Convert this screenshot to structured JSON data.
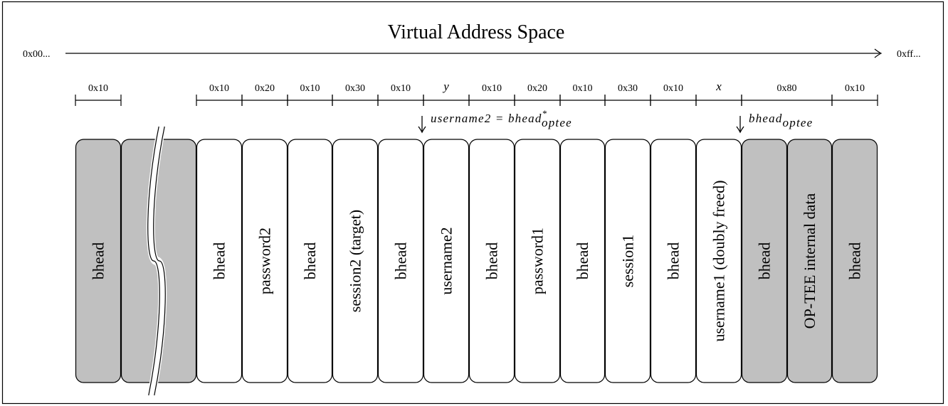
{
  "title": "Virtual Address Space",
  "axis": {
    "start_label": "0x00...",
    "end_label": "0xff..."
  },
  "colors": {
    "shaded": "#c0c0c0",
    "plain": "#ffffff",
    "stroke": "#000000"
  },
  "blocks": [
    {
      "label": "bhead",
      "shaded": true
    },
    {
      "label": "",
      "shaded": true
    },
    {
      "label": "bhead",
      "shaded": false
    },
    {
      "label": "password2",
      "shaded": false
    },
    {
      "label": "bhead",
      "shaded": false
    },
    {
      "label": "session2 (target)",
      "shaded": false
    },
    {
      "label": "bhead",
      "shaded": false
    },
    {
      "label": "username2",
      "shaded": false
    },
    {
      "label": "bhead",
      "shaded": false
    },
    {
      "label": "password1",
      "shaded": false
    },
    {
      "label": "bhead",
      "shaded": false
    },
    {
      "label": "session1",
      "shaded": false
    },
    {
      "label": "bhead",
      "shaded": false
    },
    {
      "label": "username1 (doubly freed)",
      "shaded": false
    },
    {
      "label": "bhead",
      "shaded": true
    },
    {
      "label": "OP-TEE internal data",
      "shaded": true
    },
    {
      "label": "bhead",
      "shaded": true
    }
  ],
  "sizes": [
    {
      "label": "0x10",
      "block": 0
    },
    {
      "label": "0x10",
      "block": 2
    },
    {
      "label": "0x20",
      "block": 3
    },
    {
      "label": "0x10",
      "block": 4
    },
    {
      "label": "0x30",
      "block": 5
    },
    {
      "label": "0x10",
      "block": 6
    },
    {
      "label": "y",
      "block": 7,
      "italic": true
    },
    {
      "label": "0x10",
      "block": 8
    },
    {
      "label": "0x20",
      "block": 9
    },
    {
      "label": "0x10",
      "block": 10
    },
    {
      "label": "0x30",
      "block": 11
    },
    {
      "label": "0x10",
      "block": 12
    },
    {
      "label": "x",
      "block": 13,
      "italic": true
    },
    {
      "label": "0x80",
      "block": 14,
      "span": 2
    },
    {
      "label": "0x10",
      "block": 16
    }
  ],
  "pointers": [
    {
      "block": 7,
      "label": "username2 = bhead",
      "sub": "optee",
      "sup": "*"
    },
    {
      "block": 14,
      "label": "bhead",
      "sub": "optee",
      "sup": ""
    }
  ],
  "break_marker": {
    "block": 1
  }
}
